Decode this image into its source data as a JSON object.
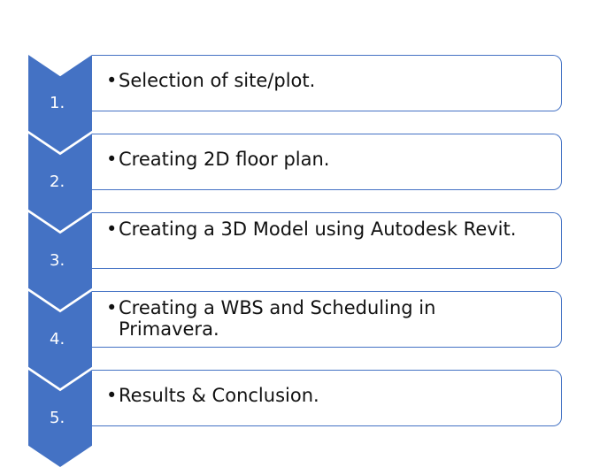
{
  "steps": [
    {
      "number": "1.",
      "bullet": "•",
      "text": "Selection of site/plot."
    },
    {
      "number": "2.",
      "bullet": "•",
      "text": "Creating 2D floor plan."
    },
    {
      "number": "3.",
      "bullet": "•",
      "text": " Creating a 3D Model using Autodesk Revit."
    },
    {
      "number": "4.",
      "bullet": "•",
      "text": "Creating a WBS and Scheduling in Primavera."
    },
    {
      "number": "5.",
      "bullet": "•",
      "text": "Results & Conclusion."
    }
  ],
  "colors": {
    "chevron": "#4472c4",
    "box_border": "#4472c4",
    "number_text": "#ffffff",
    "body_text": "#111111"
  }
}
